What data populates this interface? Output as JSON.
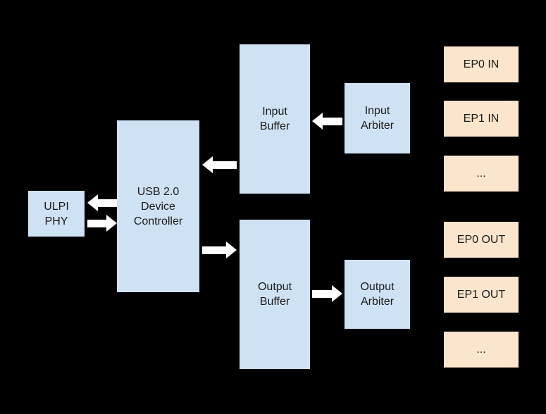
{
  "diagram": {
    "colors": {
      "background": "#000000",
      "box_blue": "#cfe2f3",
      "box_peach": "#fce5cd",
      "arrow": "#ffffff",
      "text": "#1a1a1a"
    },
    "nodes": {
      "ulpi_phy": {
        "lines": [
          "ULPI",
          "PHY"
        ]
      },
      "usb_controller": {
        "lines": [
          "USB 2.0",
          "Device",
          "Controller"
        ]
      },
      "input_buffer": {
        "lines": [
          "Input",
          "Buffer"
        ]
      },
      "input_arbiter": {
        "lines": [
          "Input",
          "Arbiter"
        ]
      },
      "output_buffer": {
        "lines": [
          "Output",
          "Buffer"
        ]
      },
      "output_arbiter": {
        "lines": [
          "Output",
          "Arbiter"
        ]
      },
      "endpoints_in": [
        "EP0 IN",
        "EP1 IN",
        "..."
      ],
      "endpoints_out": [
        "EP0 OUT",
        "EP1 OUT",
        "..."
      ]
    },
    "connections": [
      {
        "from": "usb_controller",
        "to": "ulpi_phy",
        "direction": "left"
      },
      {
        "from": "ulpi_phy",
        "to": "usb_controller",
        "direction": "right"
      },
      {
        "from": "input_buffer",
        "to": "usb_controller",
        "direction": "left"
      },
      {
        "from": "usb_controller",
        "to": "output_buffer",
        "direction": "right"
      },
      {
        "from": "input_arbiter",
        "to": "input_buffer",
        "direction": "left"
      },
      {
        "from": "output_buffer",
        "to": "output_arbiter",
        "direction": "right"
      }
    ]
  }
}
